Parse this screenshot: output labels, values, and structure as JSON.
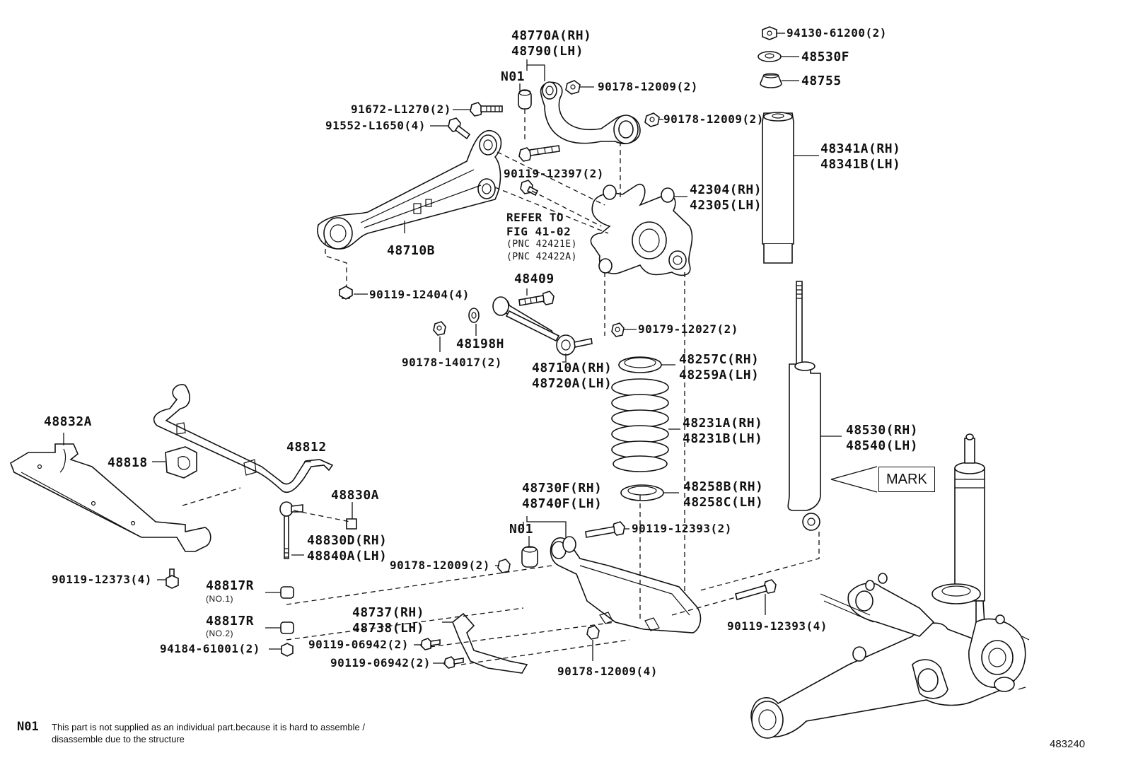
{
  "labels": {
    "l48770a": "48770A(RH)",
    "l48790": "48790(LH)",
    "n01_top": "N01",
    "l90178_12009_a": "90178-12009(2)",
    "l90178_12009_b": "90178-12009(2)",
    "l91672": "91672-L1270(2)",
    "l91552": "91552-L1650(4)",
    "l90119_12397": "90119-12397(2)",
    "l48710b": "48710B",
    "refer1": "REFER TO",
    "refer2": "FIG 41-02",
    "refer3": "(PNC 42421E)",
    "refer4": "(PNC 42422A)",
    "l42304": "42304(RH)",
    "l42305": "42305(LH)",
    "l94130": "94130-61200(2)",
    "l48530f": "48530F",
    "l48755": "48755",
    "l48341a": "48341A(RH)",
    "l48341b": "48341B(LH)",
    "l90119_12404": "90119-12404(4)",
    "l48409": "48409",
    "l48198h": "48198H",
    "l90178_14017": "90178-14017(2)",
    "l90179_12027": "90179-12027(2)",
    "l48710a": "48710A(RH)",
    "l48720a": "48720A(LH)",
    "l48257c": "48257C(RH)",
    "l48259a": "48259A(LH)",
    "l48231a": "48231A(RH)",
    "l48231b": "48231B(LH)",
    "l48530": "48530(RH)",
    "l48540": "48540(LH)",
    "mark": "MARK",
    "l48258b": "48258B(RH)",
    "l48258c": "48258C(LH)",
    "l48832a": "48832A",
    "l48818": "48818",
    "l48812": "48812",
    "l48830a": "48830A",
    "l48830d": "48830D(RH)",
    "l48840a": "48840A(LH)",
    "l48730f": "48730F(RH)",
    "l48740f": "48740F(LH)",
    "n01_mid": "N01",
    "l90119_12393_a": "90119-12393(2)",
    "l90178_12009_c": "90178-12009(2)",
    "l90119_12373": "90119-12373(4)",
    "l48817r_1": "48817R",
    "no1": "(NO.1)",
    "l48817r_2": "48817R",
    "no2": "(NO.2)",
    "l48737": "48737(RH)",
    "l48738": "48738(LH)",
    "l90119_06942_a": "90119-06942(2)",
    "l90119_06942_b": "90119-06942(2)",
    "l94184": "94184-61001(2)",
    "l90119_12393_b": "90119-12393(4)",
    "l90178_12009_d": "90178-12009(4)"
  },
  "footnote": {
    "code": "N01",
    "line1": "This part is not supplied as an individual part.because it is hard to assemble /",
    "line2": "disassemble due to the structure"
  },
  "figure_number": "483240"
}
